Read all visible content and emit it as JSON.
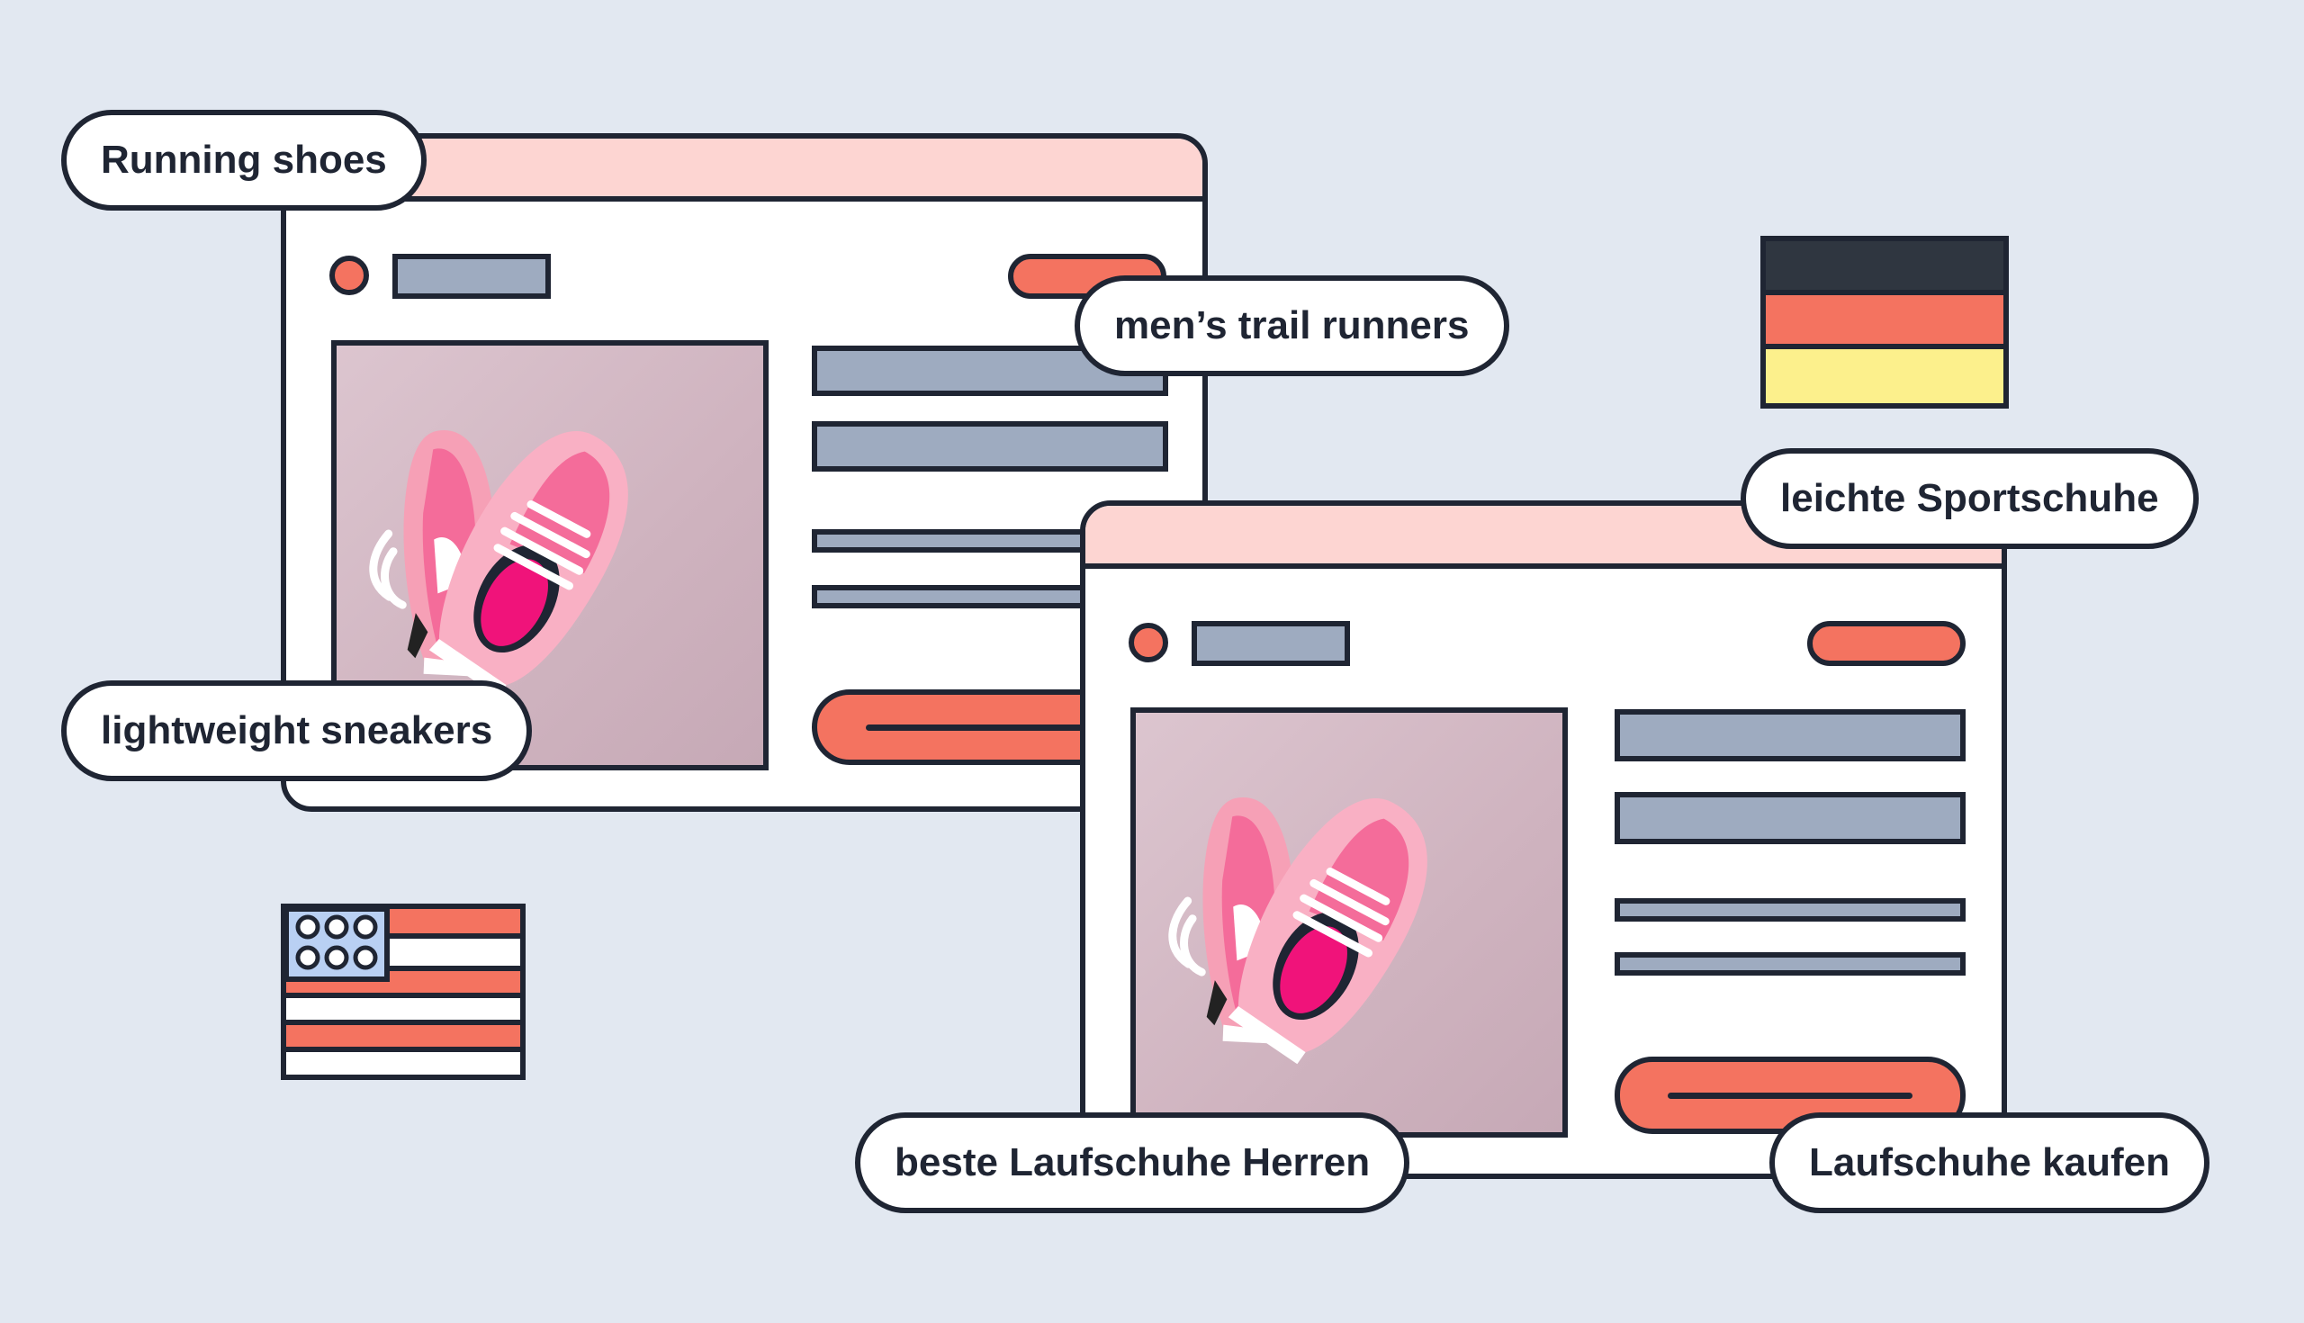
{
  "keywords": {
    "running_shoes": "Running shoes",
    "mens_trail_runners": "men’s trail runners",
    "lightweight_sneakers": "lightweight sneakers",
    "leichte_sportschuhe": "leichte Sportschuhe",
    "beste_laufschuhe_herren": "beste Laufschuhe Herren",
    "laufschuhe_kaufen": "Laufschuhe kaufen"
  },
  "flags": {
    "us": {
      "icon": "us-flag-icon",
      "red": "#f47360",
      "white": "#ffffff",
      "blue": "#b9d0f3"
    },
    "de": {
      "icon": "germany-flag-icon",
      "black": "#2f3640",
      "red": "#f47360",
      "gold": "#fcf08c"
    }
  },
  "colors": {
    "background": "#e2e8f1",
    "accent": "#f47360",
    "titlebar": "#fdd5d2",
    "placeholder": "#9eabc0",
    "outline": "#1f2533"
  },
  "images": {
    "product": "pink-sneakers-image"
  }
}
